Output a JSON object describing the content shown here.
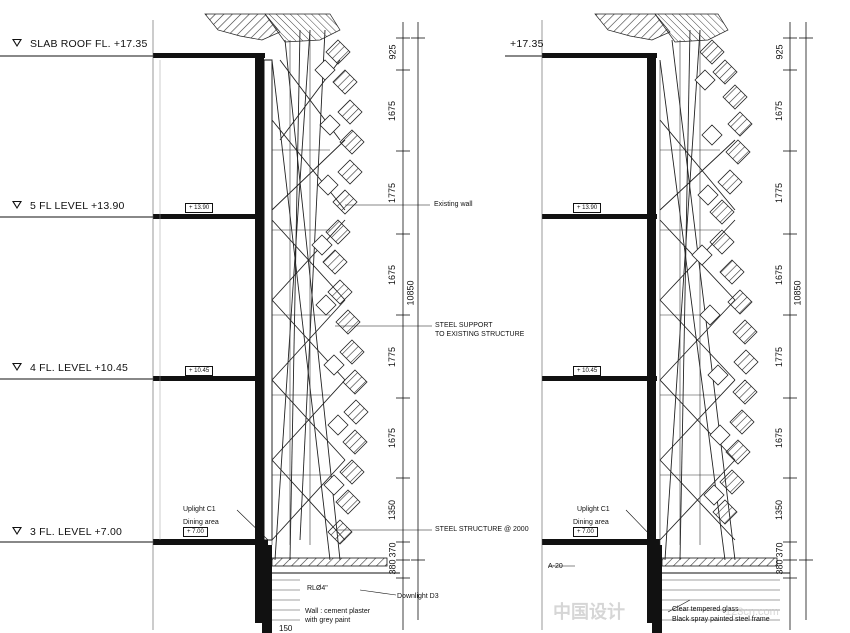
{
  "levels_left": [
    {
      "id": "roof",
      "label": "SLAB ROOF FL. +17.35"
    },
    {
      "id": "l5",
      "label": "5 FL LEVEL +13.90"
    },
    {
      "id": "l4",
      "label": "4 FL. LEVEL +10.45"
    },
    {
      "id": "l3",
      "label": "3 FL. LEVEL +7.00"
    }
  ],
  "right_roof_label": "+17.35",
  "level_tags": {
    "l5": "+ 13.90",
    "l4": "+ 10.45",
    "l3": "+ 7.00"
  },
  "notes": {
    "existing_wall": "Existing wall",
    "steel_support_1": "STEEL SUPPORT",
    "steel_support_2": "TO EXISTING STRUCTURE",
    "steel_structure": "STEEL STRUCTURE @ 2000",
    "uplight": "Uplight C1",
    "dining": "Dining area",
    "rl": "RLØ4\"",
    "downlight": "Downlight D3",
    "wall_1": "Wall : cement plaster",
    "wall_2": "with grey paint",
    "dim_150": "150",
    "a20": "A-20",
    "glass": "Clear tempered glass",
    "frame": "Black spray painted steel frame"
  },
  "dimensions": [
    "925",
    "1675",
    "1775",
    "1675",
    "1775",
    "1675",
    "1350",
    "370",
    "380"
  ],
  "total_dimension": "10850",
  "watermark": {
    "main": "中国设计",
    "url": "123cn.com"
  }
}
